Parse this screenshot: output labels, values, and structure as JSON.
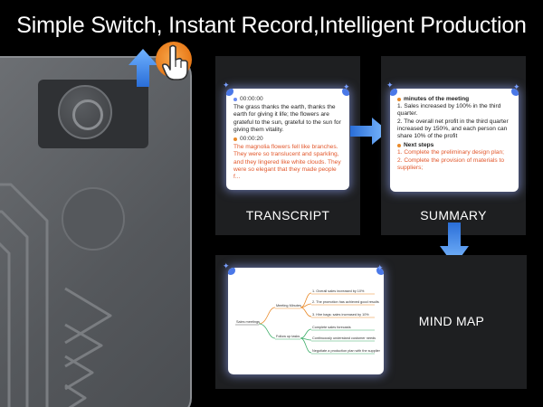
{
  "headline": "Simple Switch, Instant Record,Intelligent Production",
  "transcript": {
    "label": "TRANSCRIPT",
    "time_1": "00:00:00",
    "para_1": "The grass thanks the earth, thanks the earth for giving it life; the flowers are grateful to the sun, grateful to the sun for giving them vitality.",
    "time_2": "00:00:20",
    "para_2": "The magnolia flowers fell like branches. They were so translucent and sparkling, and they lingered like white clouds. They were so elegant that they made people f..."
  },
  "summary": {
    "label": "SUMMARY",
    "heading_1": "minutes of the meeting",
    "item_1": "1. Sales increased by 100% in the third quarter.",
    "item_2": "2. The overall net profit in the third quarter increased by 150%, and each person can share 10% of the profit",
    "heading_2": "Next steps",
    "item_3": "1. Complete the preliminary design plan;",
    "item_4": "2. Complete the provision of materials to suppliers;"
  },
  "mindmap": {
    "label": "MIND MAP",
    "root": "Sales meetings",
    "branch_1": "Meeting Minutes",
    "branch_2": "Follow up tasks",
    "leaf_1": "1. Overall sales increased by 10%",
    "leaf_2": "2. The promotion has achieved good results",
    "leaf_3": "3. Hire bags: sales increased by 10%",
    "leaf_4": "Complete sales forecasts",
    "leaf_5": "Continuously understand customer needs",
    "leaf_6": "Negotiate a production plan with the supplier"
  },
  "colors": {
    "accent_orange": "#e97c1b",
    "highlight_red": "#e2572b",
    "glow_blue": "#4a8ef0"
  },
  "icons": [
    "hand-pointer-icon",
    "up-arrow-icon",
    "right-arrow-icon",
    "down-arrow-icon",
    "sparkle-icon"
  ]
}
